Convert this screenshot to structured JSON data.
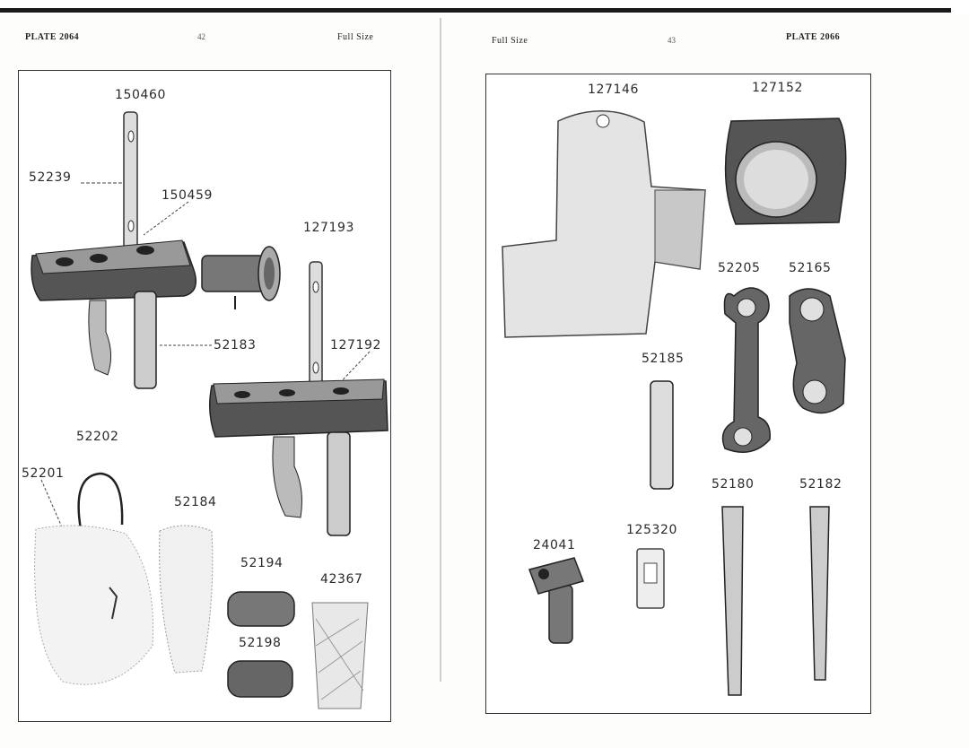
{
  "left_page": {
    "plate": "PLATE 2064",
    "page_number": "42",
    "size_note": "Full Size",
    "parts": [
      "150460",
      "52239",
      "150459",
      "127193",
      "52183",
      "127192",
      "52202",
      "52201",
      "52184",
      "52194",
      "42367",
      "52198"
    ]
  },
  "right_page": {
    "plate": "PLATE 2066",
    "page_number": "43",
    "size_note": "Full Size",
    "parts": [
      "127146",
      "127152",
      "52205",
      "52165",
      "52185",
      "52180",
      "52182",
      "125320",
      "24041"
    ]
  }
}
